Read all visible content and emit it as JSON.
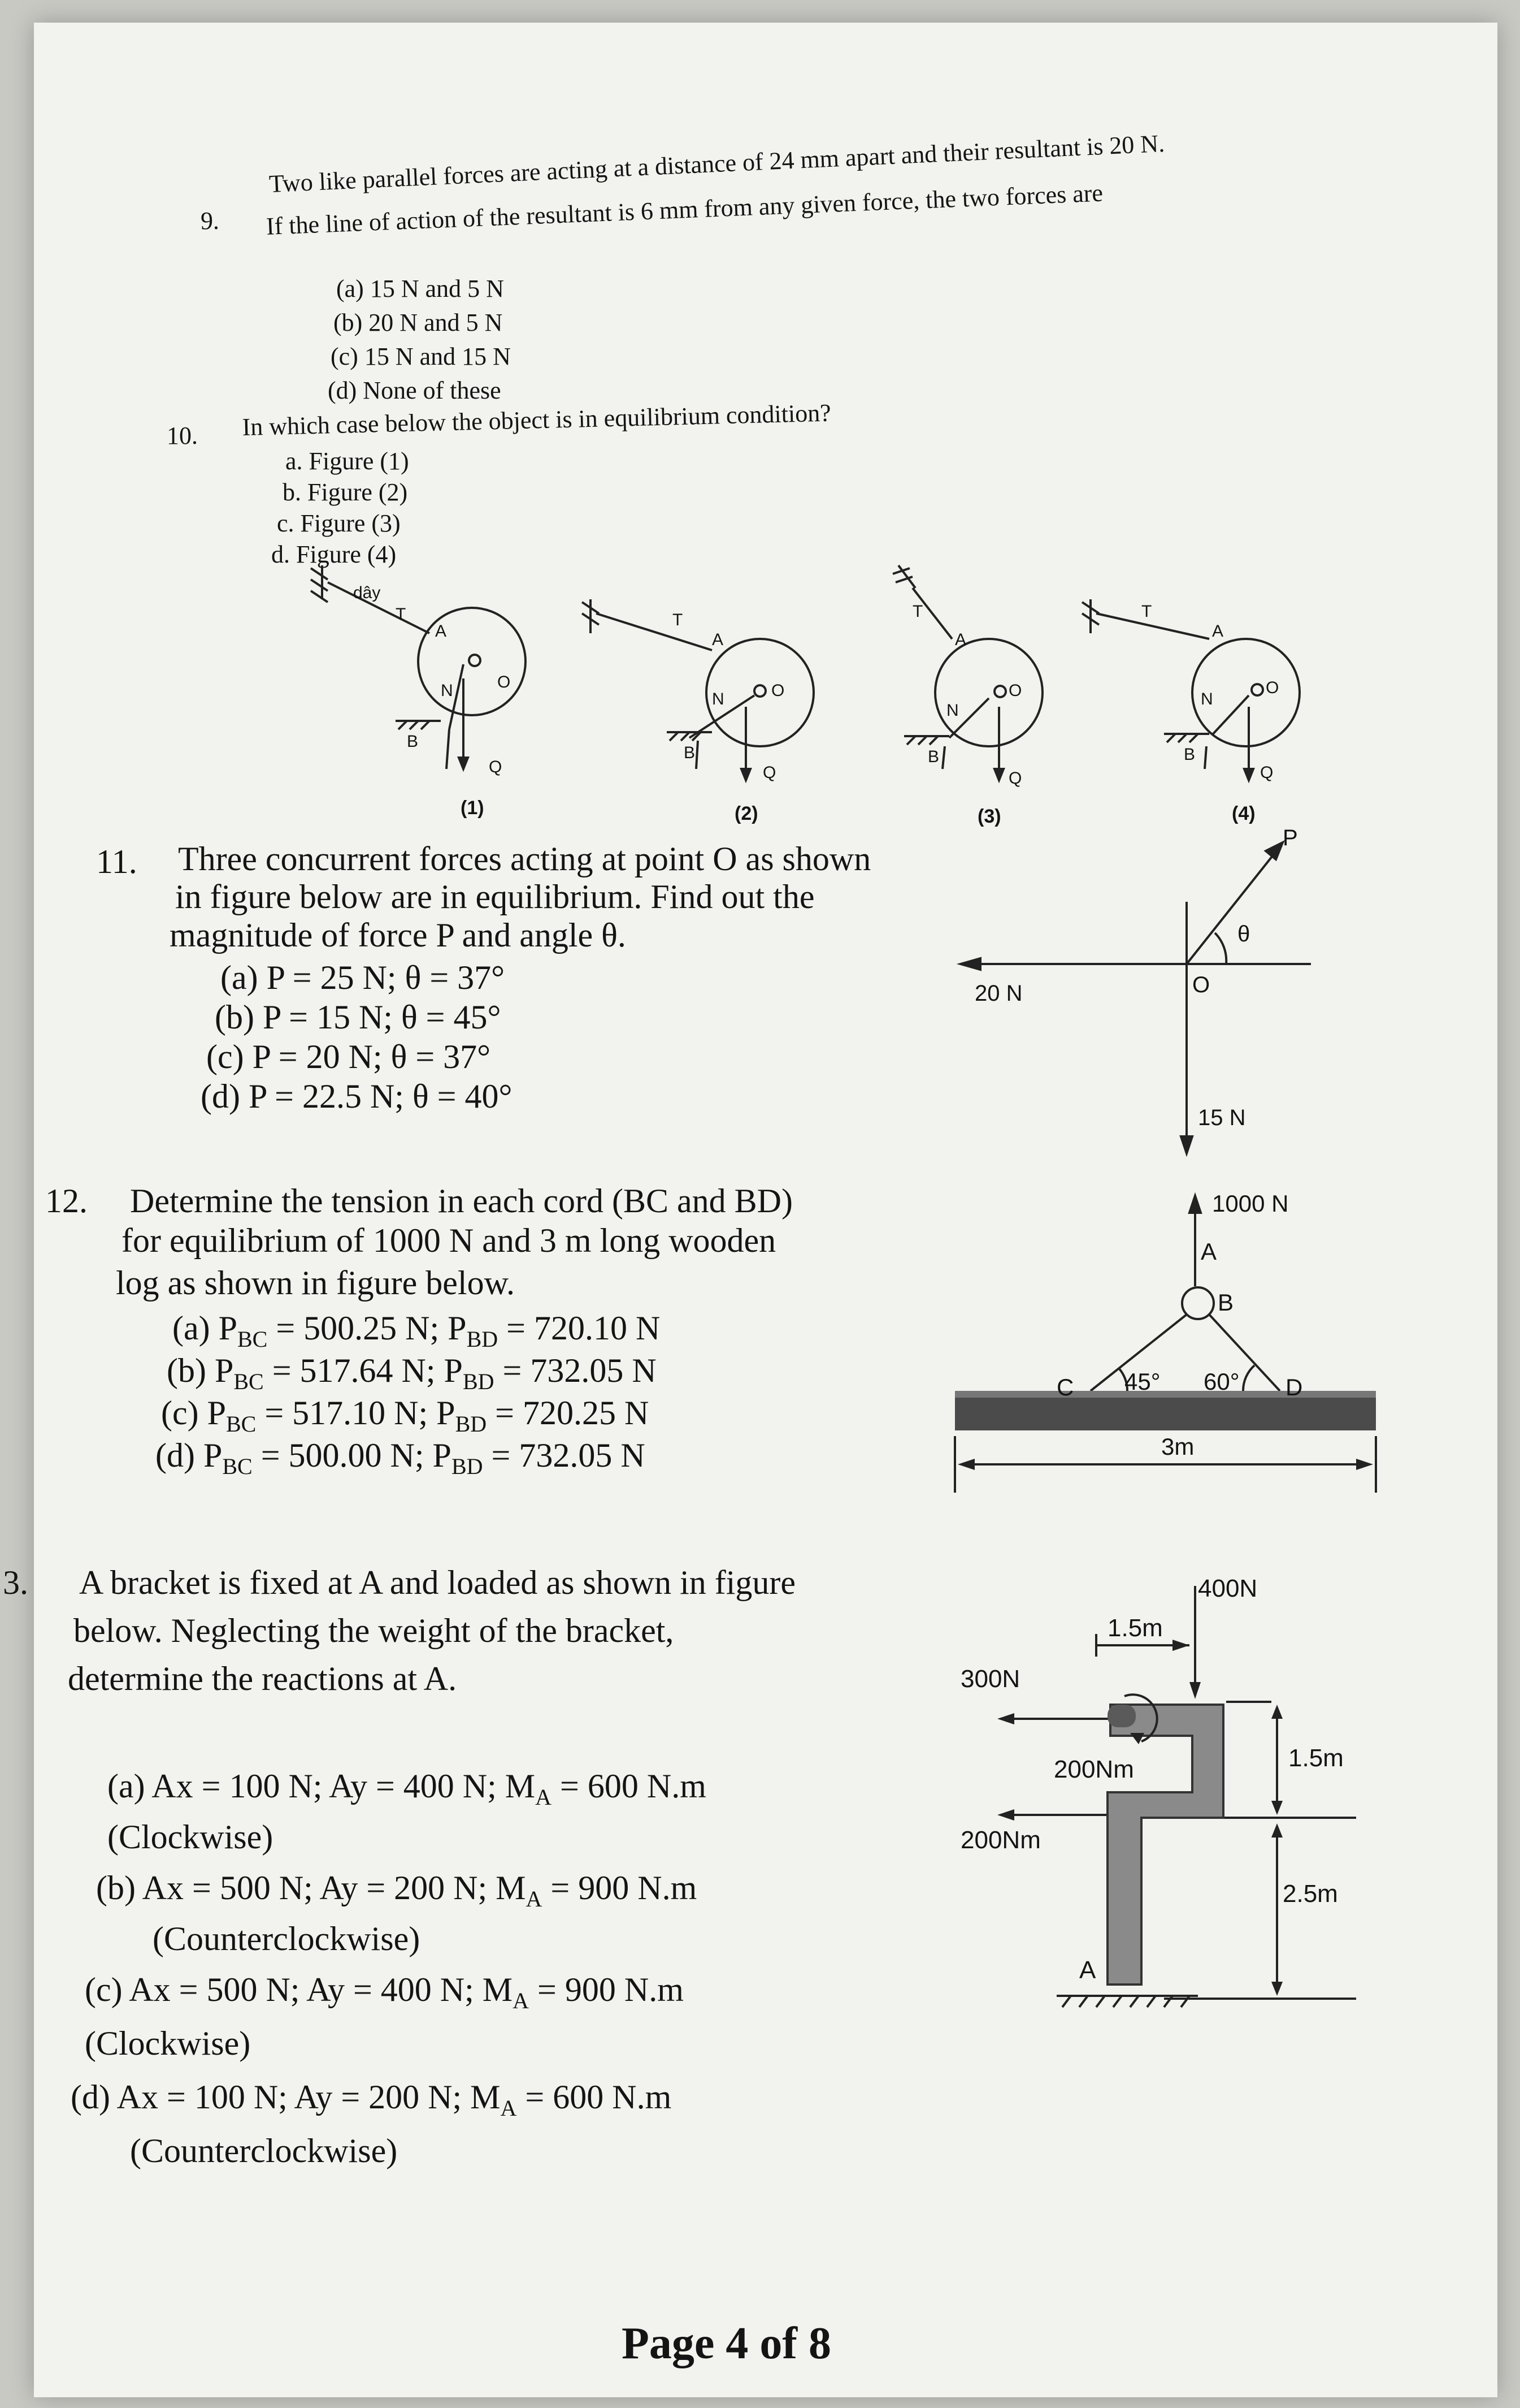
{
  "q9": {
    "number": "9.",
    "line1": "Two like parallel forces are acting at a distance of 24 mm apart and their resultant is 20 N.",
    "line2": "If the line of action of the resultant is 6 mm from any given force, the two forces are",
    "options": [
      "(a)  15 N and 5 N",
      "(b)  20 N and 5 N",
      "(c)  15 N and 15 N",
      "(d)  None of these"
    ]
  },
  "q10": {
    "number": "10.",
    "text": "In which case below the object is in equilibrium condition?",
    "options": [
      "a. Figure (1)",
      "b. Figure (2)",
      "c. Figure (3)",
      "d. Figure (4)"
    ],
    "figures": [
      {
        "caption": "(1)",
        "rope": "dây",
        "T": "T",
        "A": "A",
        "N": "N",
        "O": "O",
        "B": "B",
        "Q": "Q"
      },
      {
        "caption": "(2)",
        "T": "T",
        "A": "A",
        "N": "N",
        "O": "O",
        "B": "B",
        "Q": "Q"
      },
      {
        "caption": "(3)",
        "T": "T",
        "A": "A",
        "N": "N",
        "O": "O",
        "B": "B",
        "Q": "Q"
      },
      {
        "caption": "(4)",
        "T": "T",
        "A": "A",
        "N": "N",
        "O": "O",
        "B": "B",
        "Q": "Q"
      }
    ]
  },
  "q11": {
    "number": "11.",
    "lines": [
      "Three concurrent forces acting at point O as shown",
      "in figure below are in equilibrium. Find out the",
      "magnitude of force P and angle θ."
    ],
    "options": [
      "(a)  P = 25 N; θ = 37°",
      "(b)  P = 15 N; θ = 45°",
      "(c)  P = 20 N; θ = 37°",
      "(d)  P = 22.5 N; θ = 40°"
    ],
    "figure": {
      "P": "P",
      "theta": "θ",
      "O": "O",
      "left_force": "20 N",
      "down_force": "15 N"
    }
  },
  "q12": {
    "number": "12.",
    "lines": [
      "Determine the tension in each cord (BC and BD)",
      "for equilibrium of 1000 N and 3 m long wooden",
      "log as shown in figure below."
    ],
    "options": [
      {
        "label": "(a)",
        "bc": "500.25 N",
        "bd": "720.10 N"
      },
      {
        "label": "(b)",
        "bc": "517.64 N",
        "bd": "732.05 N"
      },
      {
        "label": "(c)",
        "bc": "517.10 N",
        "bd": "720.25 N"
      },
      {
        "label": "(d)",
        "bc": "500.00 N",
        "bd": "732.05 N"
      }
    ],
    "figure": {
      "force": "1000 N",
      "A": "A",
      "B": "B",
      "C": "C",
      "D": "D",
      "angle_c": "45°",
      "angle_d": "60°",
      "length": "3m"
    }
  },
  "q13": {
    "number": "3.",
    "lines": [
      "A bracket is fixed at A and loaded as shown in figure",
      "below. Neglecting the weight of the bracket,",
      "determine the reactions at A."
    ],
    "options": [
      {
        "line1": "(a)  Ax = 100 N; Ay = 400 N; M",
        "sub": "A",
        "tail": " = 600 N.m",
        "line2": "(Clockwise)"
      },
      {
        "line1": "(b)  Ax = 500 N; Ay = 200 N; M",
        "sub": "A",
        "tail": " = 900 N.m",
        "line2": "(Counterclockwise)"
      },
      {
        "line1": "(c)  Ax = 500 N; Ay = 400 N; M",
        "sub": "A",
        "tail": " = 900 N.m",
        "line2": "(Clockwise)"
      },
      {
        "line1": "(d)  Ax = 100 N; Ay = 200 N; M",
        "sub": "A",
        "tail": " = 600 N.m",
        "line2": "(Counterclockwise)"
      }
    ],
    "figure": {
      "top_force": "400N",
      "top_span": "1.5m",
      "left_force": "300N",
      "moment": "200Nm",
      "mid_force": "200Nm",
      "h1": "1.5m",
      "h2": "2.5m",
      "A": "A"
    }
  },
  "footer": {
    "page": "Page 4 of 8"
  }
}
